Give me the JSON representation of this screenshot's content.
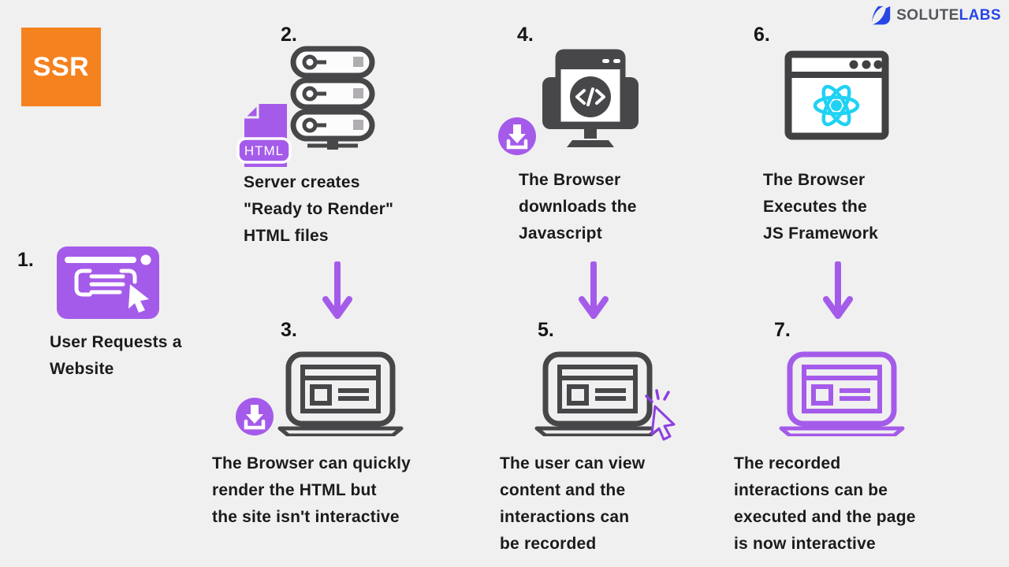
{
  "page": {
    "background": "#f0f0f0"
  },
  "logo": {
    "brand_gray": "SOLUTE",
    "brand_blue": "LABS"
  },
  "ssr_badge": {
    "label": "SSR"
  },
  "file_badge": {
    "label": "HTML"
  },
  "colors": {
    "purple": "#a55bea",
    "dark_gray": "#47474a",
    "orange": "#f5821f",
    "react_cyan": "#1fd2f4",
    "logo_blue": "#2946e6",
    "logo_gray": "#55565c"
  },
  "steps": [
    {
      "number": "1.",
      "caption": "User Requests a\nWebsite",
      "icon": "browser-request-icon"
    },
    {
      "number": "2.",
      "caption": "Server creates\n\"Ready to Render\"\nHTML files",
      "icon": "server-stack-icon"
    },
    {
      "number": "3.",
      "caption": "The Browser can quickly\nrender the HTML but\nthe site isn't interactive",
      "icon": "laptop-browser-icon"
    },
    {
      "number": "4.",
      "caption": "The Browser\ndownloads the\nJavascript",
      "icon": "monitor-code-icon"
    },
    {
      "number": "5.",
      "caption": "The user can view\ncontent and the\ninteractions can\nbe recorded",
      "icon": "laptop-click-icon"
    },
    {
      "number": "6.",
      "caption": "The Browser\nExecutes the\nJS Framework",
      "icon": "browser-react-icon"
    },
    {
      "number": "7.",
      "caption": "The recorded\ninteractions can be\nexecuted and the page\nis now interactive",
      "icon": "laptop-interactive-icon"
    }
  ]
}
